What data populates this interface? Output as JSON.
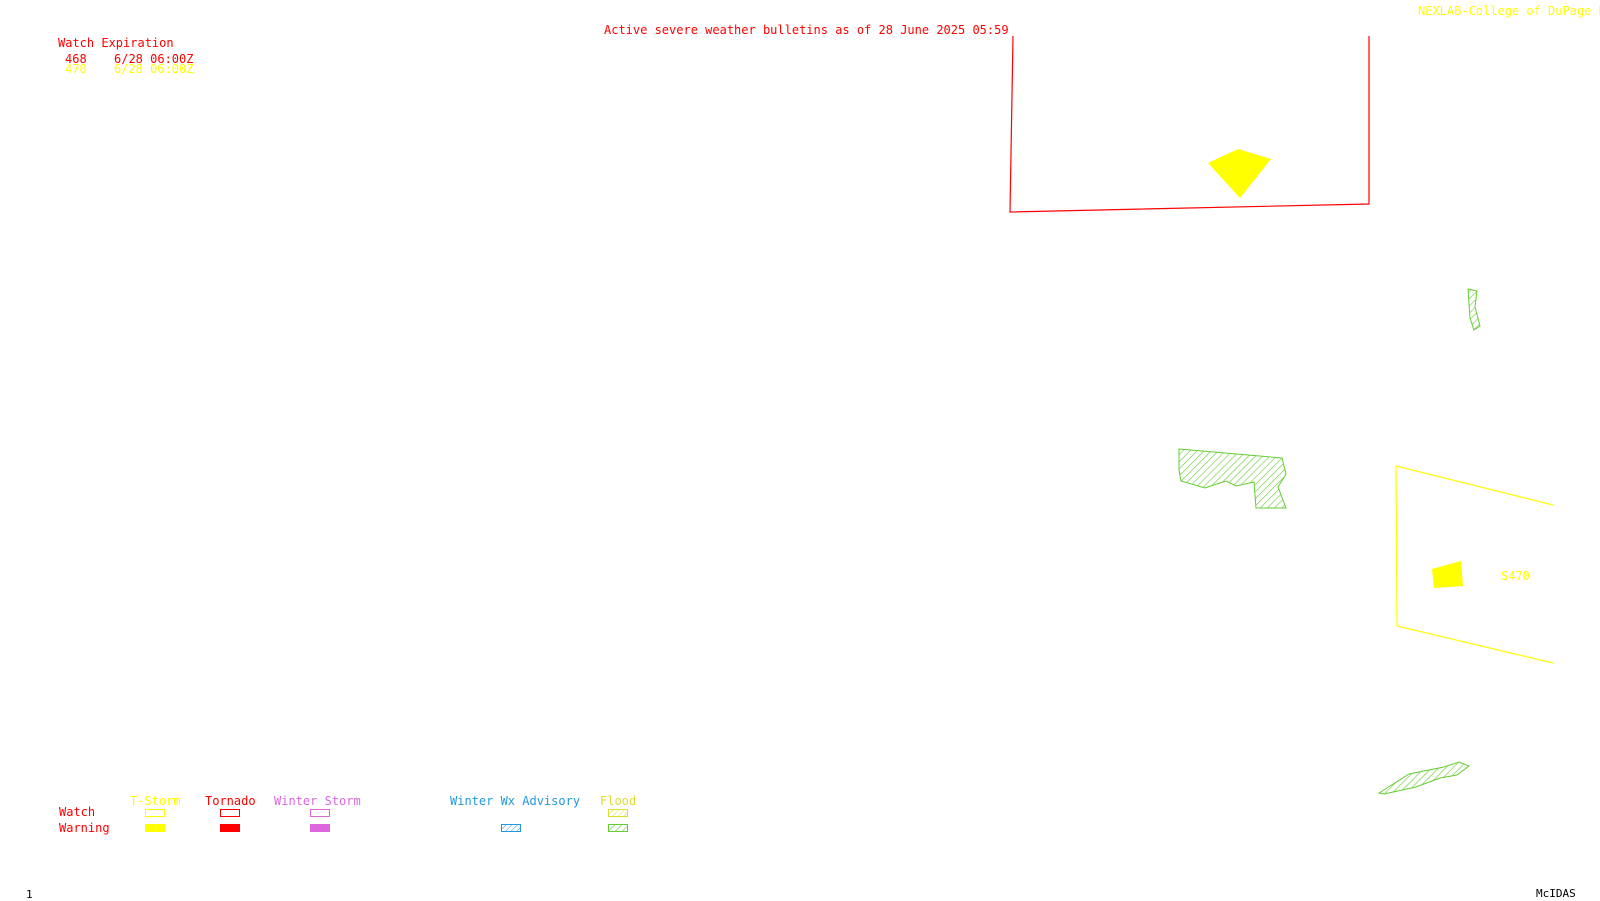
{
  "header": {
    "bulletin": "Active severe weather bulletins as of 28 June 2025 05:59",
    "credit": "NEXLAB-College of DuPage R"
  },
  "watch_table": {
    "title": "Watch Expiration",
    "rows": [
      {
        "id": "468",
        "expires": "6/28 06:00Z",
        "color": "#ff0000"
      },
      {
        "id": "470",
        "expires": "6/28 06:00Z",
        "color": "#ffff00"
      }
    ]
  },
  "map_labels": {
    "watch_470": "S470"
  },
  "legend": {
    "row_watch": "Watch",
    "row_warning": "Warning",
    "categories": [
      {
        "label": "T-Storm",
        "color": "#ffff00",
        "watch_style": "outline",
        "warning_style": "filled"
      },
      {
        "label": "Tornado",
        "color": "#ff0000",
        "watch_style": "outline",
        "warning_style": "filled"
      },
      {
        "label": "Winter Storm",
        "color": "#dd66dd",
        "watch_style": "outline",
        "warning_style": "filled"
      },
      {
        "label": "Winter Wx Advisory",
        "color": "#2299dd",
        "warning_style": "hatched"
      },
      {
        "label": "Flood",
        "color": "#dddd33",
        "warning_color": "#66cc33",
        "watch_style": "hatched",
        "warning_style": "hatched"
      }
    ]
  },
  "footer": {
    "frame": "1",
    "system": "McIDAS"
  }
}
